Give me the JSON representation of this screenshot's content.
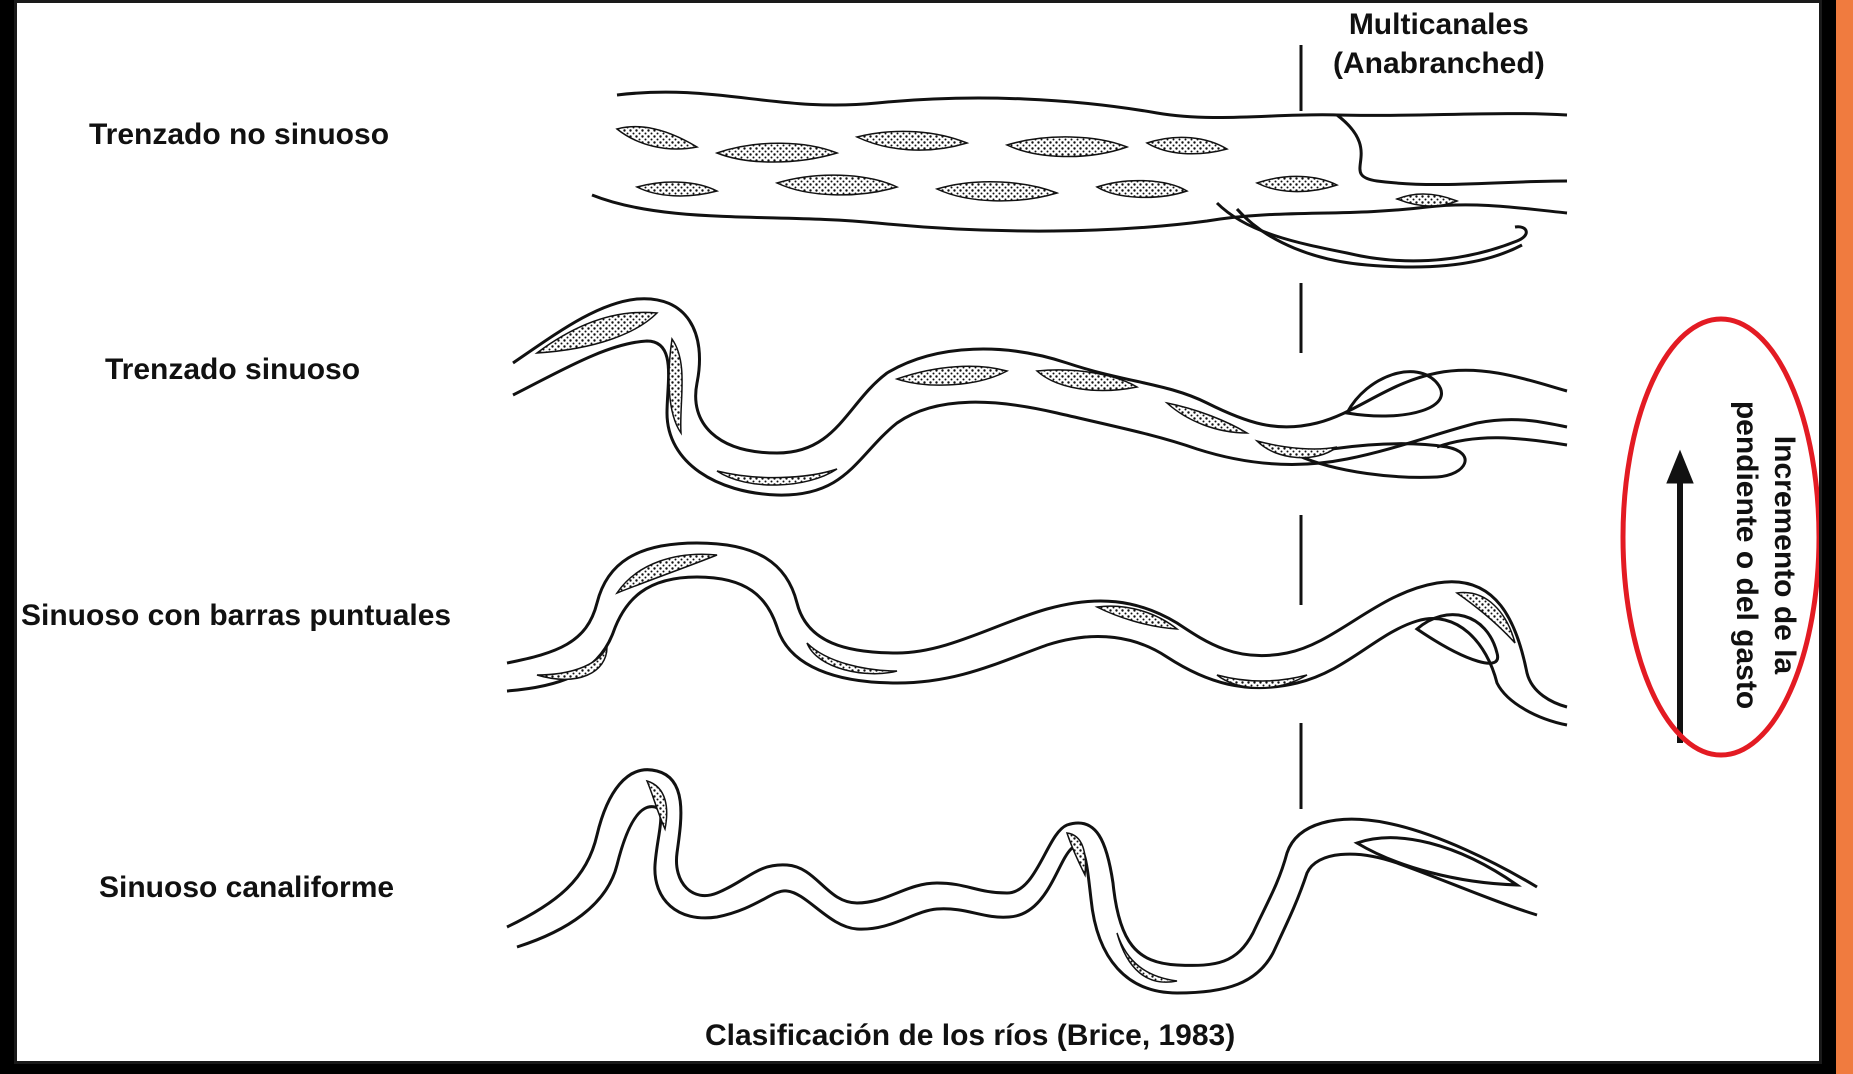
{
  "figure": {
    "header_label": [
      "Multicanales",
      "(Anabranched)"
    ],
    "rows": [
      {
        "label": "Trenzado no sinuoso"
      },
      {
        "label": "Trenzado sinuoso"
      },
      {
        "label": "Sinuoso con barras puntuales"
      },
      {
        "label": "Sinuoso canaliforme"
      }
    ],
    "side_label": [
      "Incremento de la",
      "pendiente o del gasto"
    ],
    "caption": "Clasificación de los ríos (Brice, 1983)"
  },
  "colors": {
    "background": "#000000",
    "panel": "#ffffff",
    "ink": "#111111",
    "highlight_ellipse": "#e31b23",
    "edge_strip": "#f07b3f"
  }
}
